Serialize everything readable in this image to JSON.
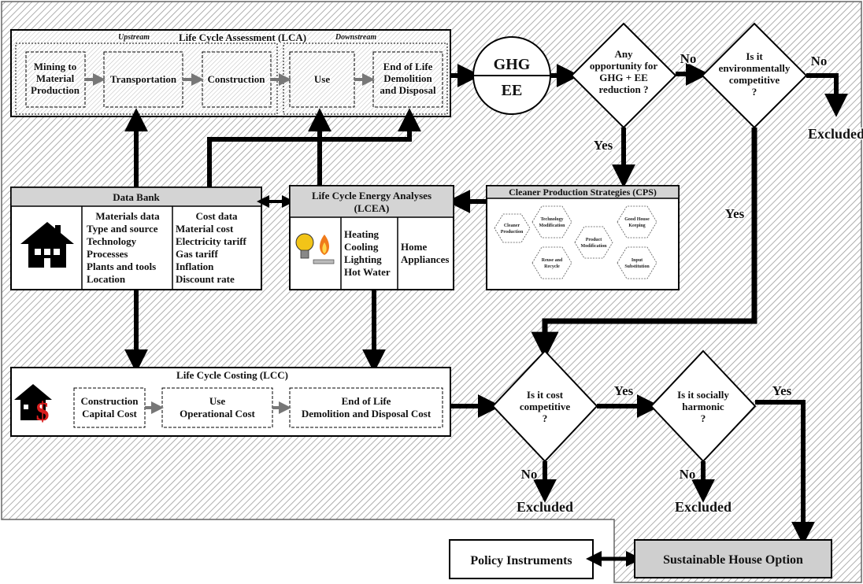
{
  "lca": {
    "title": "Life Cycle Assessment (LCA)",
    "upstream": "Upstream",
    "downstream": "Downstream",
    "stages": [
      [
        "Mining to",
        "Material",
        "Production"
      ],
      [
        "Transportation"
      ],
      [
        "Construction"
      ],
      [
        "Use"
      ],
      [
        "End of Life",
        "Demolition",
        "and Disposal"
      ]
    ]
  },
  "ghg": {
    "top": "GHG",
    "bottom": "EE"
  },
  "decisions": {
    "reduction": [
      "Any",
      "opportunity for",
      "GHG + EE",
      "reduction ?"
    ],
    "environment": [
      "Is it",
      "environmentally",
      "competitive",
      "?"
    ],
    "cost": [
      "Is it cost",
      "competitive",
      "?"
    ],
    "social": [
      "Is it socially",
      "harmonic",
      "?"
    ]
  },
  "labels": {
    "yes": "Yes",
    "no": "No",
    "excluded": "Excluded"
  },
  "data_bank": {
    "title": "Data Bank",
    "materials": [
      "Materials data",
      "Type and source",
      "Technology",
      "Processes",
      "Plants and tools",
      "Location"
    ],
    "cost": [
      "Cost data",
      "Material cost",
      "Electricity tariff",
      "Gas tariff",
      "Inflation",
      "Discount rate"
    ]
  },
  "lcea": {
    "title": [
      "Life Cycle Energy Analyses",
      "(LCEA)"
    ],
    "uses": [
      "Heating",
      "Cooling",
      "Lighting",
      "Hot Water"
    ],
    "appliances": [
      "Home",
      "Appliances"
    ]
  },
  "cps": {
    "title": "Cleaner Production Strategies (CPS)",
    "items": [
      [
        "Cleaner",
        "Production"
      ],
      [
        "Technology",
        "Modification"
      ],
      [
        "Reuse and",
        "Recycle"
      ],
      [
        "Product",
        "Modification"
      ],
      [
        "Good House",
        "Keeping"
      ],
      [
        "Input",
        "Substitution"
      ]
    ]
  },
  "lcc": {
    "title": "Life Cycle Costing (LCC)",
    "stages": [
      [
        "Construction",
        "Capital Cost"
      ],
      [
        "Use",
        "Operational Cost"
      ],
      [
        "End of Life",
        "Demolition and Disposal Cost"
      ]
    ]
  },
  "outcome": {
    "policy": "Policy Instruments",
    "sustainable": "Sustainable House Option"
  },
  "colors": {
    "header_gray": "#d4d4d4",
    "hatch": "#9a9a9a",
    "line": "#000000"
  }
}
